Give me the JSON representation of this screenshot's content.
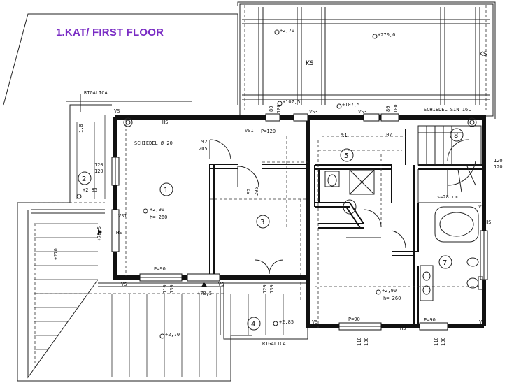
{
  "title": "1.KAT/ FIRST FLOOR",
  "colors": {
    "title": "#7a2cc4",
    "ink": "#111111"
  },
  "rooms": {
    "r1": "1",
    "r2": "2",
    "r3": "3",
    "r4": "4",
    "r5": "5",
    "r7": "7",
    "r8": "8"
  },
  "labels": {
    "rigalica_top": "RIGALICA",
    "rigalica_bottom": "RIGALICA",
    "schiedel_left": "SCHIEDEL Ø 20",
    "schiedel_right": "SCHIEDEL SIN 16L",
    "vs_tl": "VS",
    "hs_top": "HS",
    "vs1_top": "VS1",
    "p120": "P=120",
    "vs3a": "VS3",
    "vs3b": "VS3",
    "vs1_left": "VS1",
    "hs_left": "HS",
    "p90_left": "P=90",
    "vs_bl": "VS",
    "vs_bm": "VS",
    "vs_br_a": "VS",
    "p90_bottom": "P=90",
    "hs_bottom": "HS",
    "p90_bottom2": "P=90",
    "vs_br_b": "VS",
    "ks_left": "KS",
    "ks_right": "KS",
    "vs_right": "VS",
    "hs_right": "HS",
    "s28": "s=28 cm",
    "elev_2_70_top": "+2,70",
    "elev_270_top": "+270,0",
    "elev_107_5a": "+107,5",
    "elev_107_5b": "+107,5",
    "elev_2_85_left": "+2,85",
    "elev_2_90_r1": "+2,90",
    "h260_r1": "h= 260",
    "elev_2_90_r7": "+2,90",
    "h260_r7": "h= 260",
    "elev_78_5_left": "+78,5",
    "elev_78_5_bottom": "+78,5",
    "elev_2_85_bottom": "+2,85",
    "elev_2_70_bottom": "+2,70",
    "elev_270_left": "+270",
    "d92_205a": "92",
    "d92_205a2": "205",
    "d92_205b": "92",
    "d92_205b2": "205",
    "d120_120_left": "120",
    "d120_120_left2": "120",
    "d110_130": "110",
    "d110_130b": "130",
    "d120_130": "120",
    "d120_130b": "130",
    "d110_130r": "110",
    "d110_130rb": "130",
    "d110_130r2": "110",
    "d110_130r2b": "130",
    "d120_120_right": "120",
    "d120_120_right2": "120",
    "d80_100a": "80",
    "d80_100a2": "100",
    "d80_100b": "80",
    "d80_100b2": "100",
    "d107": "107",
    "d1_1": "%1",
    "d1_8": "1,8"
  }
}
